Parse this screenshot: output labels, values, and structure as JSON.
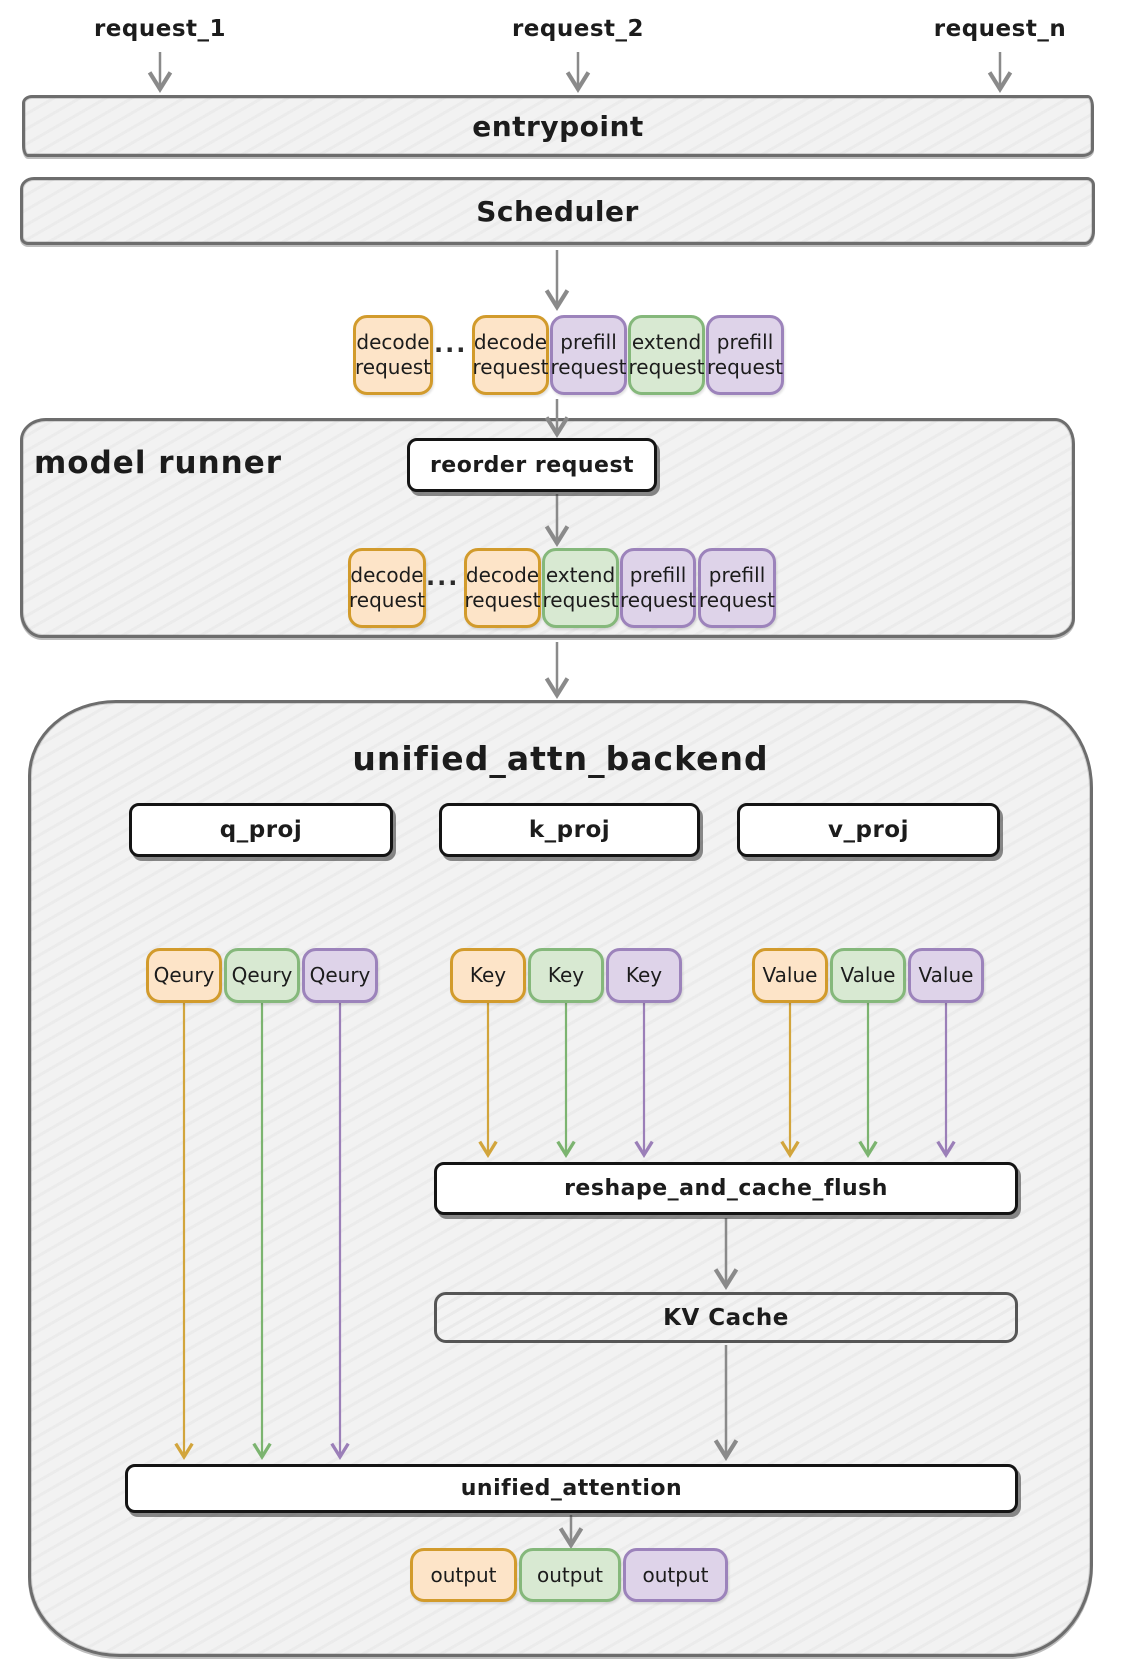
{
  "palette": {
    "orange_fill": "#fde4c8",
    "orange_border": "#d29b2c",
    "green_fill": "#d8e9d2",
    "green_border": "#85b87b",
    "purple_fill": "#ded3e9",
    "purple_border": "#9c83bb",
    "panel_fill": "#f2f2f2",
    "panel_border": "#6d6d6d",
    "flow_arrow": "#8a8a8a",
    "orange_arrow": "#d2a53c",
    "green_arrow": "#7cb470",
    "purple_arrow": "#9b7fb8"
  },
  "top": {
    "requests": [
      {
        "label": "request_1"
      },
      {
        "label": "request_2"
      },
      {
        "label": "request_n"
      }
    ]
  },
  "pipeline": {
    "entrypoint": "entrypoint",
    "scheduler": "Scheduler"
  },
  "scheduler_batch": {
    "ellipsis": "...",
    "items": [
      {
        "label": "decode\nrequest",
        "color": "orange"
      },
      {
        "label": "decode\nrequest",
        "color": "orange"
      },
      {
        "label": "prefill\nrequest",
        "color": "purple"
      },
      {
        "label": "extend\nrequest",
        "color": "green"
      },
      {
        "label": "prefill\nrequest",
        "color": "purple"
      }
    ]
  },
  "model_runner": {
    "title": "model runner",
    "reorder": "reorder request",
    "ellipsis": "...",
    "batch": [
      {
        "label": "decode\nrequest",
        "color": "orange"
      },
      {
        "label": "decode\nrequest",
        "color": "orange"
      },
      {
        "label": "extend\nrequest",
        "color": "green"
      },
      {
        "label": "prefill\nrequest",
        "color": "purple"
      },
      {
        "label": "prefill\nrequest",
        "color": "purple"
      }
    ]
  },
  "backend": {
    "title": "unified_attn_backend",
    "projections": [
      {
        "label": "q_proj"
      },
      {
        "label": "k_proj"
      },
      {
        "label": "v_proj"
      }
    ],
    "queries": [
      {
        "label": "Qeury",
        "color": "orange"
      },
      {
        "label": "Qeury",
        "color": "green"
      },
      {
        "label": "Qeury",
        "color": "purple"
      }
    ],
    "keys": [
      {
        "label": "Key",
        "color": "orange"
      },
      {
        "label": "Key",
        "color": "green"
      },
      {
        "label": "Key",
        "color": "purple"
      }
    ],
    "values": [
      {
        "label": "Value",
        "color": "orange"
      },
      {
        "label": "Value",
        "color": "green"
      },
      {
        "label": "Value",
        "color": "purple"
      }
    ],
    "reshape": "reshape_and_cache_flush",
    "kv_cache": "KV Cache",
    "unified_attention": "unified_attention",
    "outputs": [
      {
        "label": "output",
        "color": "orange"
      },
      {
        "label": "output",
        "color": "green"
      },
      {
        "label": "output",
        "color": "purple"
      }
    ]
  }
}
